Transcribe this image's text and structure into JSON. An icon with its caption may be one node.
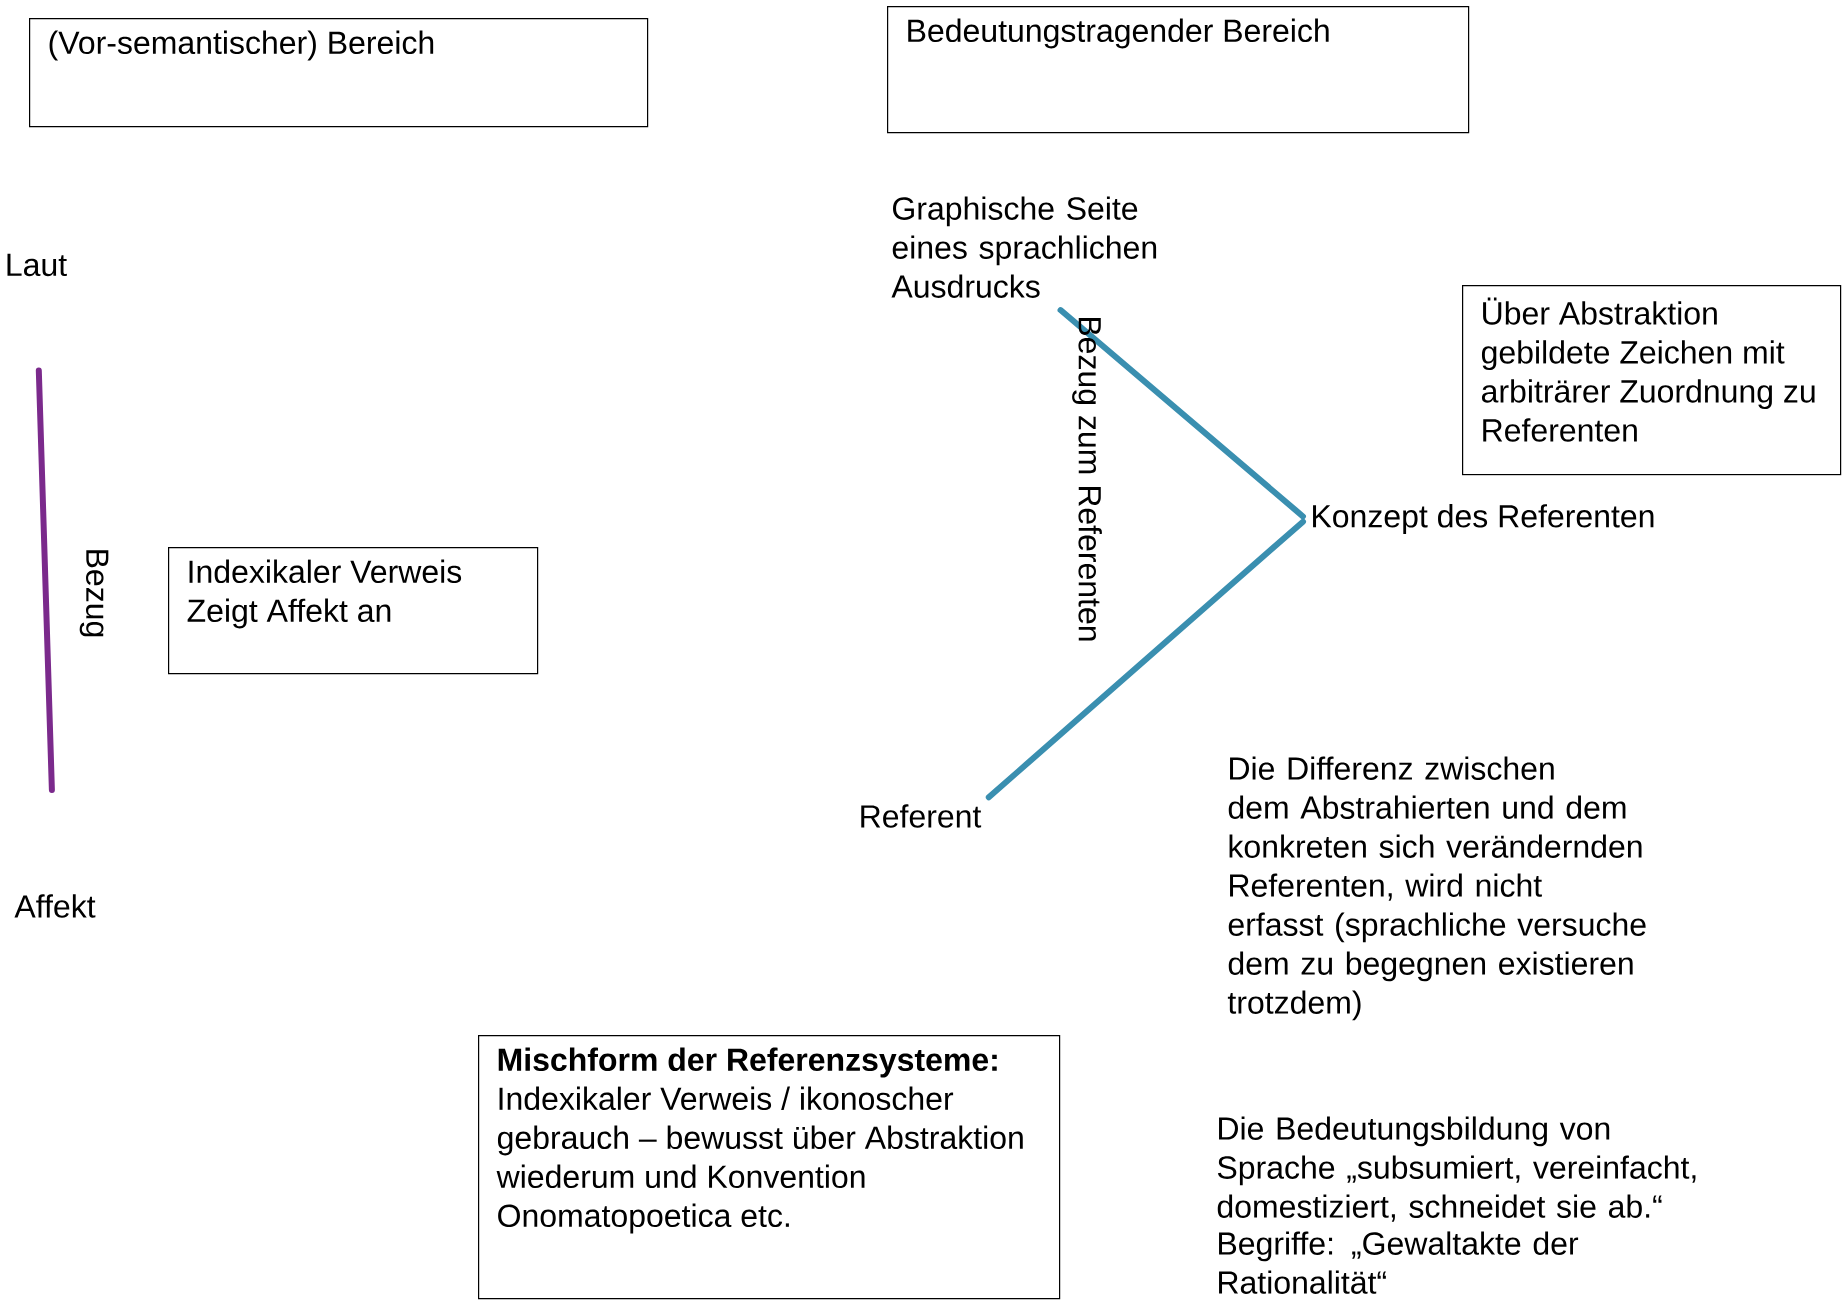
{
  "diagram": {
    "nodes": [
      {
        "text": [
          "(Vor-semantischer) Bereich"
        ]
      },
      {
        "text": [
          "Bedeutungstragender Bereich"
        ]
      },
      {
        "text": [
          "Laut"
        ]
      },
      {
        "text": [
          "Affekt"
        ]
      },
      {
        "text": [
          "Indexikaler Verweis",
          "Zeigt Affekt an"
        ]
      },
      {
        "text": [
          "Graphische Seite eines sprachlichen Ausdrucks"
        ]
      },
      {
        "text": [
          "Konzept des Referenten"
        ]
      },
      {
        "text": [
          "Referent"
        ]
      },
      {
        "text": [
          "Über Abstraktion gebildete Zeichen mit arbiträrer Zuordnung zu Referenten"
        ]
      },
      {
        "text": [
          "Mischform der Referenzsysteme:",
          "Indexikaler Verweis / ikonoscher gebrauch – bewusst über Abstraktion wiederum und Konvention Onomatopoetica etc."
        ]
      }
    ],
    "edges": [
      {
        "from": 2,
        "to": 3,
        "arrow": "none",
        "label": "Bezug",
        "color": "#7b2a8c"
      },
      {
        "from": 5,
        "to": 6,
        "arrow": "none",
        "label": "Bezug zum Referenten"
      },
      {
        "from": 6,
        "to": 7,
        "arrow": "none"
      }
    ],
    "labels": [
      "Die Differenz zwischen dem Abstrahierten und dem konkreten sich verändernden Referenten, wird nicht erfasst (sprachliche versuche dem zu begegnen existieren trotzdem)",
      "Die Bedeutungsbildung von Sprache „subsumiert, vereinfacht, domestiziert, schneidet sie ab.“",
      "Begriffe: „Gewaltakte der Rationalität“"
    ]
  }
}
